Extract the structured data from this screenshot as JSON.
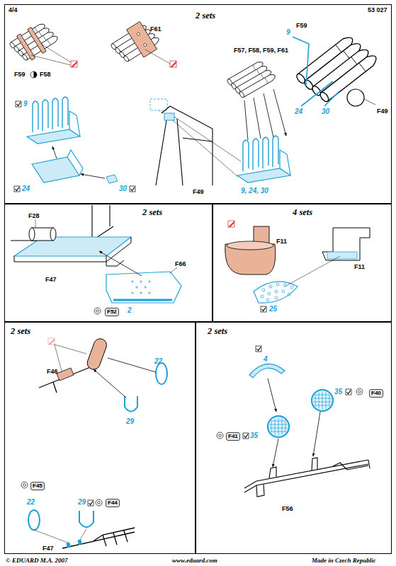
{
  "diagram": {
    "nodes": [
      {
        "text": [
          "2 sets"
        ]
      },
      {
        "text": [
          "2 sets"
        ]
      },
      {
        "text": [
          "F52"
        ],
        "in": 1
      },
      {
        "text": [
          "4 sets"
        ]
      },
      {
        "text": [
          "2 sets"
        ]
      },
      {
        "text": [
          "F45"
        ],
        "in": 4
      },
      {
        "text": [
          "F44"
        ],
        "in": 4
      },
      {
        "text": [
          "2 sets"
        ]
      },
      {
        "text": [
          "F41"
        ],
        "in": 7
      },
      {
        "text": [
          "F40"
        ],
        "in": 7
      }
    ],
    "labels": [
      "4/4",
      "53 027",
      "F59",
      "F58",
      "F61",
      "F57, F58, F59, F61",
      "F59",
      "9",
      "24",
      "30",
      "F49",
      "9",
      "24",
      "30",
      "F49",
      "9, 24, 30",
      "F28",
      "F66",
      "F47",
      "2",
      "F11",
      "F11",
      "25",
      "22",
      "29",
      "F46",
      "22",
      "29",
      "F47",
      "4",
      "35",
      "35",
      "F56",
      "© EDUARD  M.A. 2007",
      "www.eduard.com",
      "Made in Czech Republic"
    ]
  }
}
